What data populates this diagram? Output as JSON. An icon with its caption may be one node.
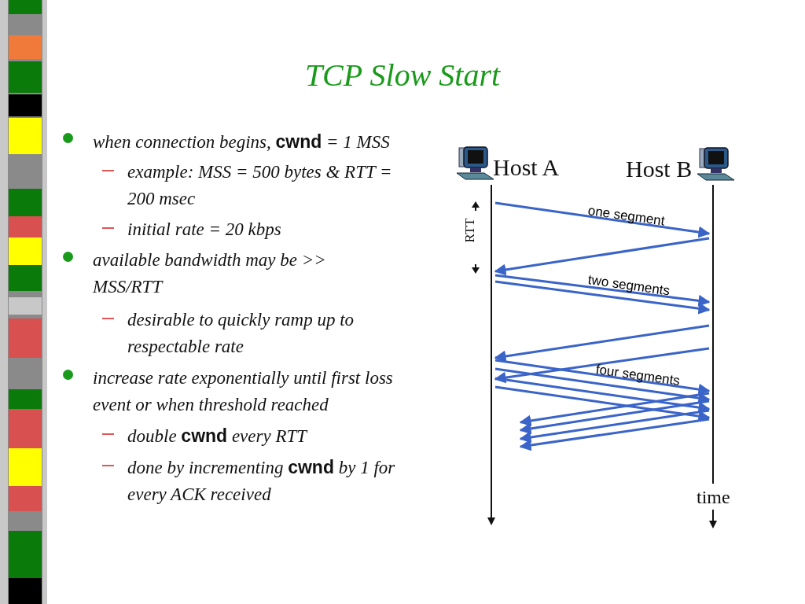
{
  "diagram": {
    "title": "TCP Slow Start",
    "nodes": [
      {
        "text": [],
        "shape": "bar"
      },
      {
        "text": [],
        "shape": "bar"
      }
    ],
    "edges": [
      {
        "from": 0,
        "to": 1,
        "arrow": "to",
        "label": "one segment"
      },
      {
        "from": 1,
        "to": 0,
        "arrow": "to"
      },
      {
        "from": 0,
        "to": 1,
        "arrow": "to",
        "label": "two segments"
      },
      {
        "from": 0,
        "to": 1,
        "arrow": "to"
      },
      {
        "from": 1,
        "to": 0,
        "arrow": "to"
      },
      {
        "from": 1,
        "to": 0,
        "arrow": "to"
      },
      {
        "from": 0,
        "to": 1,
        "arrow": "to",
        "label": "four segments"
      },
      {
        "from": 0,
        "to": 1,
        "arrow": "to"
      },
      {
        "from": 0,
        "to": 1,
        "arrow": "to"
      },
      {
        "from": 0,
        "to": 1,
        "arrow": "to"
      },
      {
        "from": 1,
        "to": null,
        "arrow": "to"
      },
      {
        "from": 1,
        "to": null,
        "arrow": "to"
      },
      {
        "from": 1,
        "to": null,
        "arrow": "to"
      },
      {
        "from": 1,
        "to": null,
        "arrow": "to"
      }
    ],
    "labels": [
      "when connection begins, **cwnd** = 1 MSS",
      "example: MSS = 500 bytes & RTT = 200 msec",
      "initial rate = 20 kbps",
      "available bandwidth may be >> MSS/RTT",
      "desirable to quickly ramp up to respectable rate",
      "increase rate exponentially until first loss event or when threshold reached",
      "double **cwnd** every RTT",
      "done by incrementing **cwnd** by 1 for every ACK received",
      "Host A",
      "Host B",
      "RTT",
      "time"
    ]
  }
}
